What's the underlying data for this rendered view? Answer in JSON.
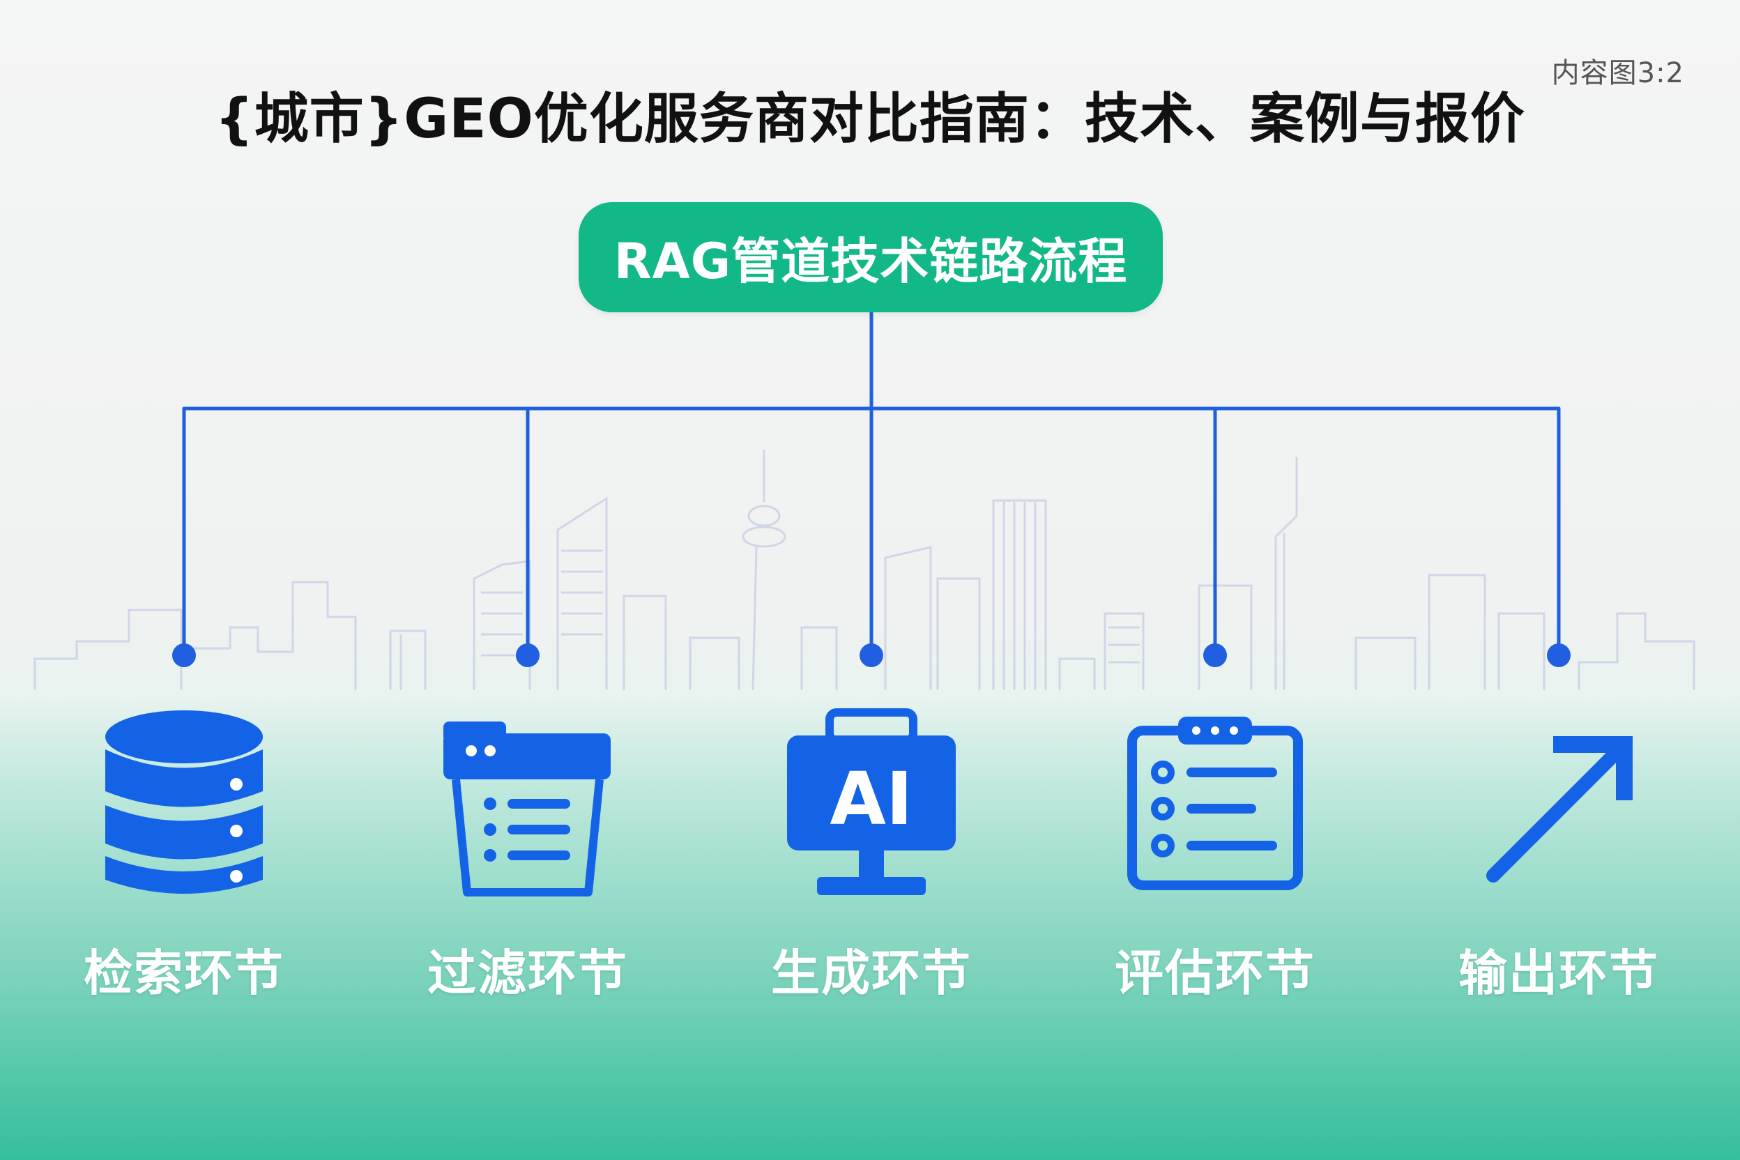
{
  "corner_tag": "内容图3:2",
  "title": "{城市}GEO优化服务商对比指南：技术、案例与报价",
  "root": {
    "label": "RAG管道技术链路流程"
  },
  "steps": [
    {
      "label": "检索环节",
      "icon": "database-icon"
    },
    {
      "label": "过滤环节",
      "icon": "filter-list-icon"
    },
    {
      "label": "生成环节",
      "icon": "ai-monitor-icon"
    },
    {
      "label": "评估环节",
      "icon": "checklist-icon"
    },
    {
      "label": "输出环节",
      "icon": "arrow-up-right-icon"
    }
  ],
  "colors": {
    "accent_green": "#12b887",
    "connector_blue": "#1f5fe0",
    "icon_blue": "#1463e6",
    "skyline": "#c9cfe3"
  }
}
